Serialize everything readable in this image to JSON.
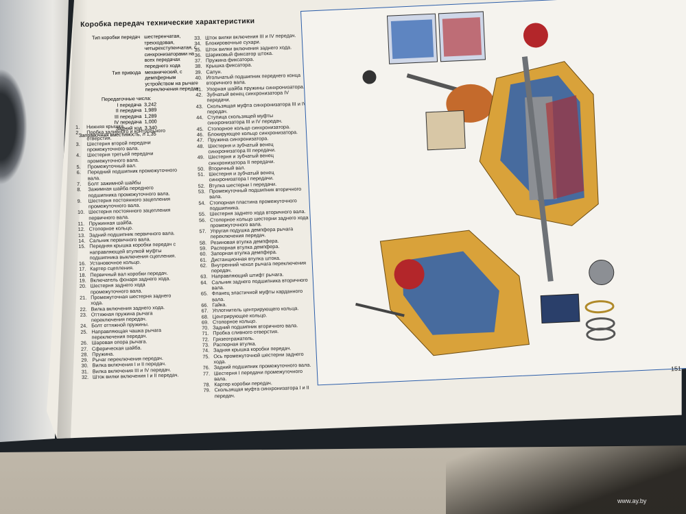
{
  "heading": "Коробка передач технические характеристики",
  "specs": {
    "gearbox_type_label": "Тип коробки передач",
    "gearbox_type_value": "шестеренчатая, трехходовая, четырехступенчатая, с синхронизаторами на всех передачах переднего хода",
    "drive_type_label": "Тип привода",
    "drive_type_value": "механический, с демпферным устройством на рычаге переключения передач",
    "ratios_label": "Передаточные числа:",
    "ratios": [
      {
        "gear": "I передача",
        "value": "3,242"
      },
      {
        "gear": "II передача",
        "value": "1,989"
      },
      {
        "gear": "III передача",
        "value": "1,289"
      },
      {
        "gear": "IV передача",
        "value": "1,000"
      },
      {
        "gear": "Задний ход",
        "value": "3,340"
      }
    ],
    "capacity": "Заправочная вместимость, л   1,35"
  },
  "parts_col1": [
    {
      "n": "1.",
      "t": "Нижняя крышка."
    },
    {
      "n": "2.",
      "t": "Пробка заливного и контрольного отверстия."
    },
    {
      "n": "3.",
      "t": "Шестерня второй передачи промежуточного вала."
    },
    {
      "n": "4.",
      "t": "Шестерня третьей передачи промежуточного вала."
    },
    {
      "n": "5.",
      "t": "Промежуточный вал."
    },
    {
      "n": "6.",
      "t": "Передний подшипник промежуточного вала."
    },
    {
      "n": "7.",
      "t": "Болт зажимной шайбы"
    },
    {
      "n": "8.",
      "t": "Зажимная шайба переднего подшипника промежуточного вала."
    },
    {
      "n": "9.",
      "t": "Шестерня постоянного зацепления промежуточного вала."
    },
    {
      "n": "10.",
      "t": "Шестерня постоянного зацепления первичного вала."
    },
    {
      "n": "11.",
      "t": "Пружинная шайба."
    },
    {
      "n": "12.",
      "t": "Стопорное кольцо."
    },
    {
      "n": "13.",
      "t": "Задний подшипник первичного вала."
    },
    {
      "n": "14.",
      "t": "Сальник первичного вала."
    },
    {
      "n": "15.",
      "t": "Передняя крышка коробки передач с направляющей втулкой муфты подшипника выключения сцепления."
    },
    {
      "n": "16.",
      "t": "Установочное кольцо."
    },
    {
      "n": "17.",
      "t": "Картер сцепления."
    },
    {
      "n": "18.",
      "t": "Первичный вал коробки передач."
    },
    {
      "n": "19.",
      "t": "Включатель фонаря заднего хода."
    },
    {
      "n": "20.",
      "t": "Шестерня заднего хода промежуточного вала."
    },
    {
      "n": "21.",
      "t": "Промежуточная шестерня заднего хода."
    },
    {
      "n": "22.",
      "t": "Вилка включения заднего хода."
    },
    {
      "n": "23.",
      "t": "Оттяжная пружина рычага переключения передач."
    },
    {
      "n": "24.",
      "t": "Болт оттяжной пружины."
    },
    {
      "n": "25.",
      "t": "Направляющая чашка рычага переключения передач."
    },
    {
      "n": "26.",
      "t": "Шаровая опора рычага."
    },
    {
      "n": "27.",
      "t": "Сферическая шайба."
    },
    {
      "n": "28.",
      "t": "Пружина."
    },
    {
      "n": "29.",
      "t": "Рычаг переключения передач."
    },
    {
      "n": "30.",
      "t": "Вилка включения I и II передач."
    },
    {
      "n": "31.",
      "t": "Вилка включения III и IV передач."
    },
    {
      "n": "32.",
      "t": "Шток вилки включения I и II передач."
    }
  ],
  "parts_col2": [
    {
      "n": "33.",
      "t": "Шток вилки включения III и IV передач."
    },
    {
      "n": "34.",
      "t": "Блокировочные сухари."
    },
    {
      "n": "35.",
      "t": "Шток вилки включения заднего хода."
    },
    {
      "n": "36.",
      "t": "Шариковый фиксатор штока."
    },
    {
      "n": "37.",
      "t": "Пружина фиксатора."
    },
    {
      "n": "38.",
      "t": "Крышка фиксатора."
    },
    {
      "n": "39.",
      "t": "Сапун."
    },
    {
      "n": "40.",
      "t": "Игольчатый подшипник переднего конца вторичного вала."
    },
    {
      "n": "41.",
      "t": "Упорная шайба пружины синхронизатора."
    },
    {
      "n": "42.",
      "t": "Зубчатый венец синхронизатора IV передачи."
    },
    {
      "n": "43.",
      "t": "Скользящая муфта синхронизатора III и IV передач."
    },
    {
      "n": "44.",
      "t": "Ступица скользящей муфты синхронизатора III и IV передач."
    },
    {
      "n": "45.",
      "t": "Стопорное кольцо синхронизатора."
    },
    {
      "n": "46.",
      "t": "Блокирующее кольцо синхронизатора."
    },
    {
      "n": "47.",
      "t": "Пружина синхронизатора."
    },
    {
      "n": "48.",
      "t": "Шестерня и зубчатый венец синхронизатора III передачи."
    },
    {
      "n": "49.",
      "t": "Шестерня и зубчатый венец синхронизатора II передачи."
    },
    {
      "n": "50.",
      "t": "Вторичный вал."
    },
    {
      "n": "51.",
      "t": "Шестерня и зубчатый венец синхронизатора I передачи."
    },
    {
      "n": "52.",
      "t": "Втулка шестерни I передачи."
    },
    {
      "n": "53.",
      "t": "Промежуточный подшипник вторичного вала."
    },
    {
      "n": "54.",
      "t": "Стопорная пластина промежуточного подшипника."
    },
    {
      "n": "55.",
      "t": "Шестерня заднего хода вторичного вала."
    },
    {
      "n": "56.",
      "t": "Стопорное кольцо шестерни заднего хода промежуточного вала."
    },
    {
      "n": "57.",
      "t": "Упругая подушка демпфера рычага переключения передач."
    },
    {
      "n": "58.",
      "t": "Резиновая втулка демпфера."
    },
    {
      "n": "59.",
      "t": "Распорная втулка демпфера."
    },
    {
      "n": "60.",
      "t": "Запорная втулка демпфера."
    },
    {
      "n": "61.",
      "t": "Дистанционная втулка штока."
    },
    {
      "n": "62.",
      "t": "Внутренний чехол рычага переключения передач."
    },
    {
      "n": "63.",
      "t": "Направляющий штифт рычага."
    },
    {
      "n": "64.",
      "t": "Сальник заднего подшипника вторичного вала."
    },
    {
      "n": "65.",
      "t": "Фланец эластичной муфты карданного вала."
    },
    {
      "n": "66.",
      "t": "Гайка."
    },
    {
      "n": "67.",
      "t": "Уплотнитель центрирующего кольца."
    },
    {
      "n": "68.",
      "t": "Центрирующее кольцо."
    },
    {
      "n": "69.",
      "t": "Стопорное кольцо."
    },
    {
      "n": "70.",
      "t": "Задний подшипник вторичного вала."
    },
    {
      "n": "71.",
      "t": "Пробка сливного отверстия."
    },
    {
      "n": "72.",
      "t": "Грязеотражатель."
    },
    {
      "n": "73.",
      "t": "Распорная втулка."
    },
    {
      "n": "74.",
      "t": "Задняя крышка коробки передач."
    },
    {
      "n": "75.",
      "t": "Ось промежуточной шестерни заднего хода."
    },
    {
      "n": "76.",
      "t": "Задний подшипник промежуточного вала."
    },
    {
      "n": "77.",
      "t": "Шестерня I передачи промежуточного вала."
    },
    {
      "n": "78.",
      "t": "Картер коробки передач."
    },
    {
      "n": "79.",
      "t": "Скользящая муфта синхронизатора I и II передач."
    }
  ],
  "page_number": "151",
  "watermark": "www.ay.by",
  "colors": {
    "frame": "#2a5ca8",
    "casing": "#d9a23a",
    "section_blue": "#2d62b0",
    "section_red": "#b3262a"
  }
}
